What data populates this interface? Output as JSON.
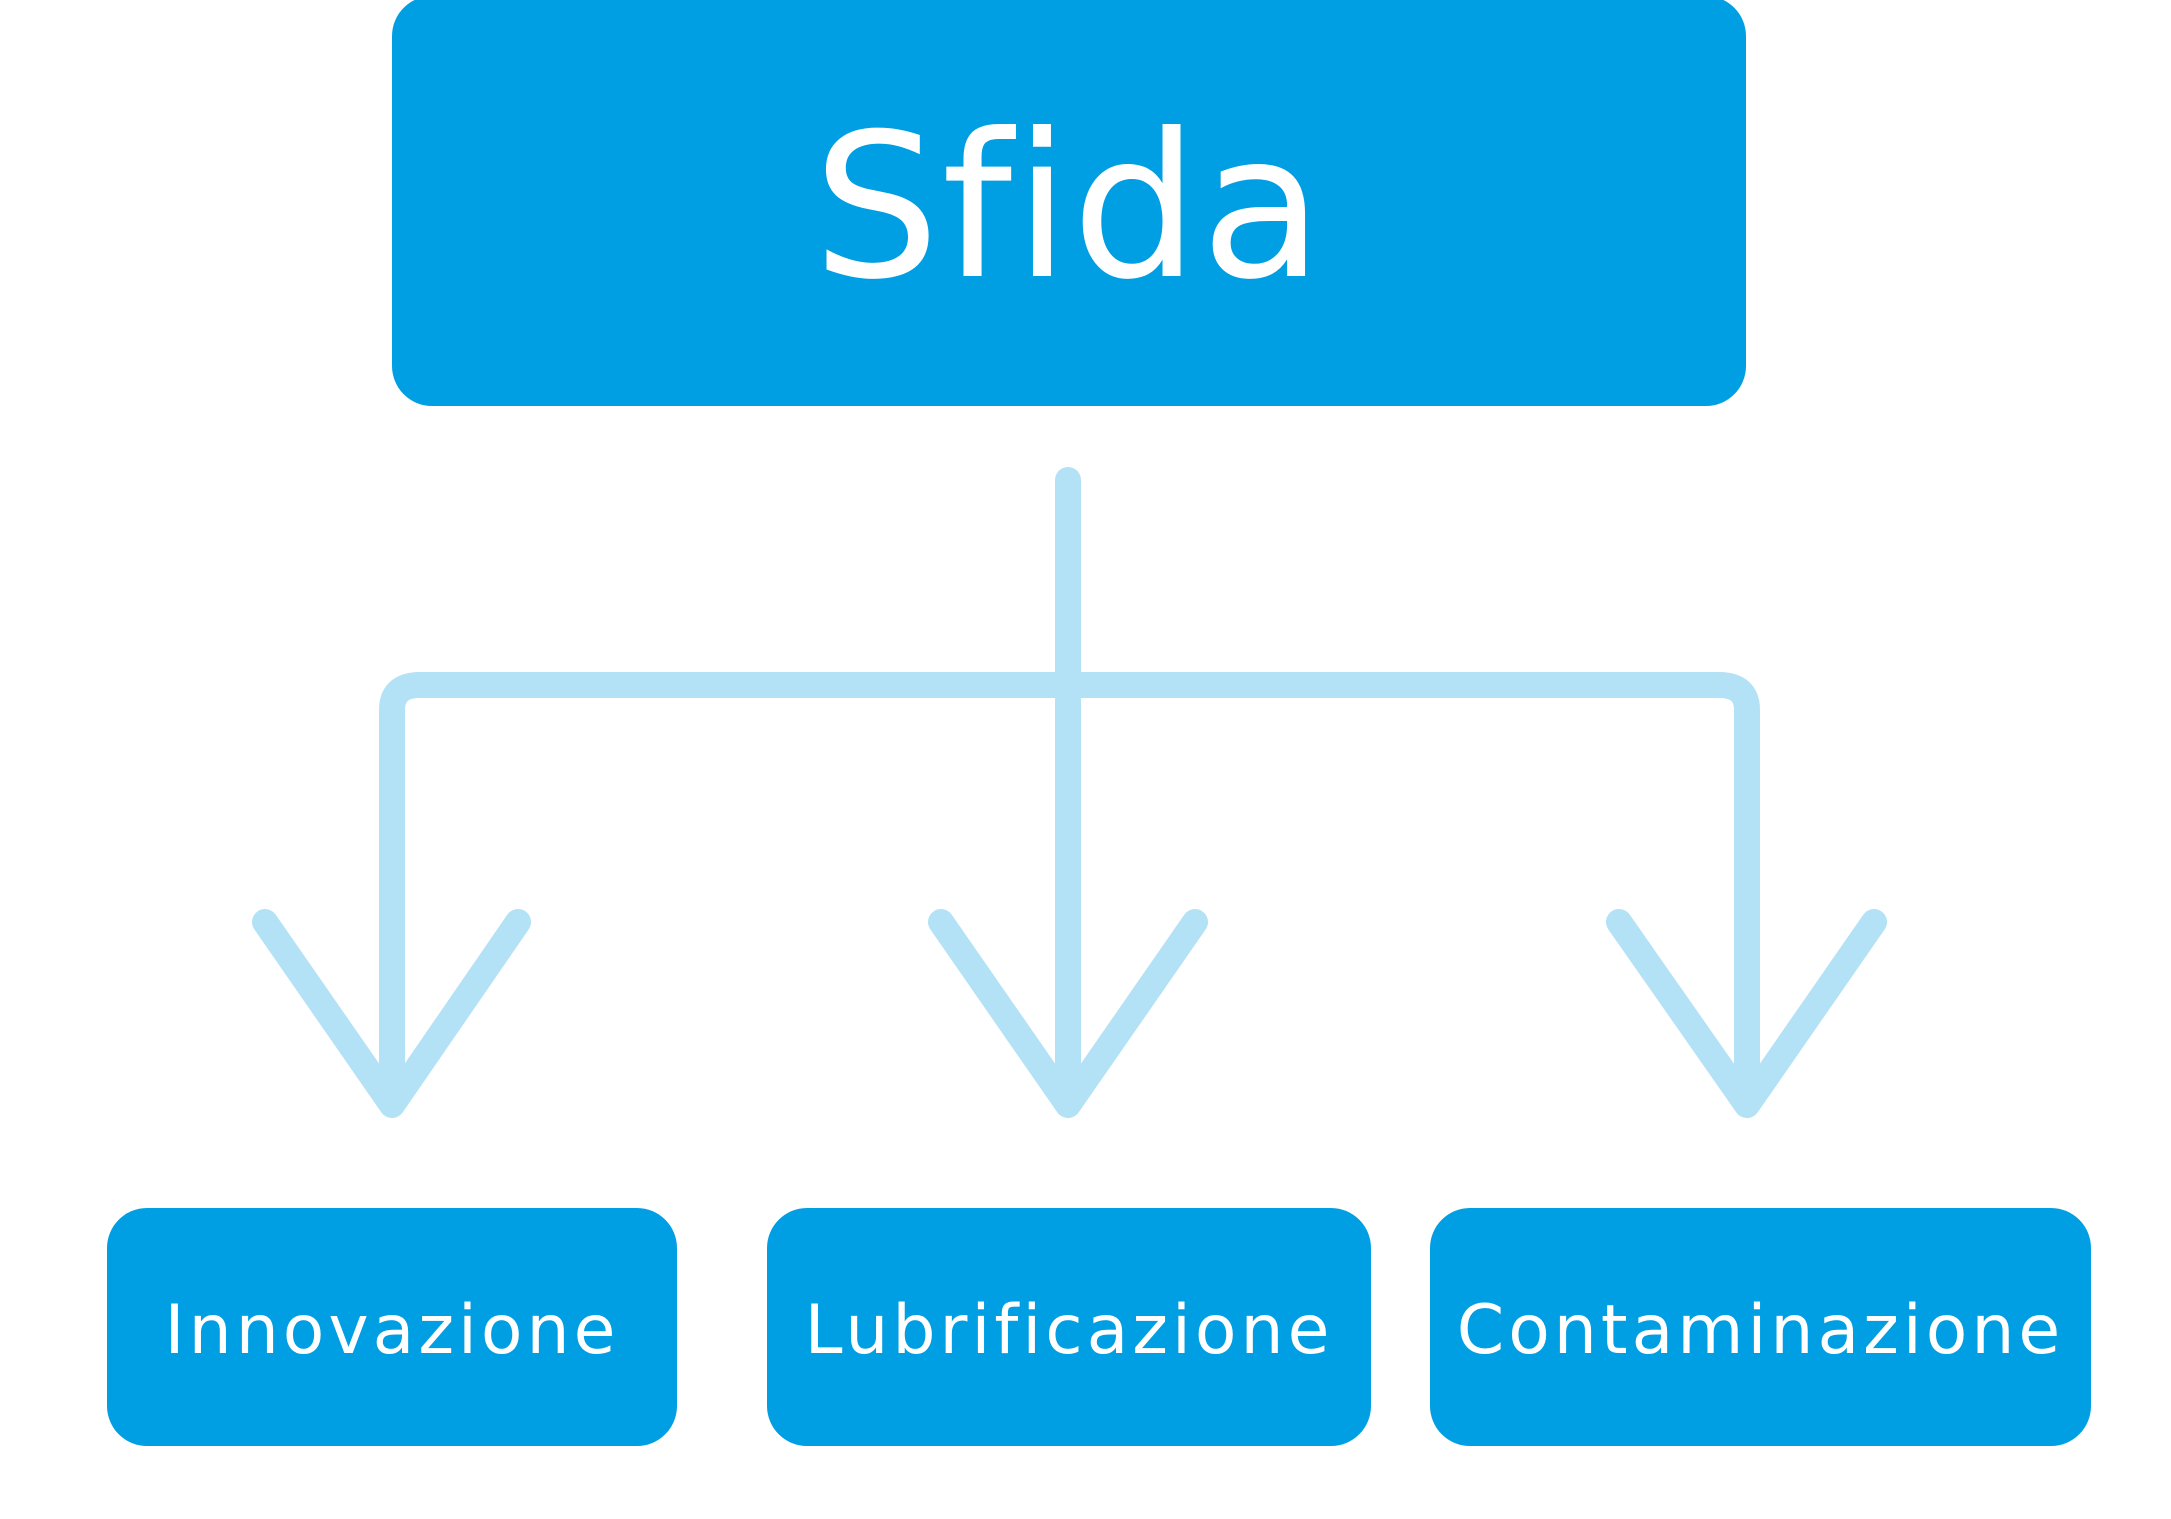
{
  "diagram": {
    "root": {
      "label": "Sfida"
    },
    "children": [
      {
        "label": "Innovazione"
      },
      {
        "label": "Lubrificazione"
      },
      {
        "label": "Contaminazione"
      }
    ]
  },
  "colors": {
    "node_fill": "#009FE3",
    "node_text": "#FFFFFF",
    "connector": "#B3E1F6"
  }
}
